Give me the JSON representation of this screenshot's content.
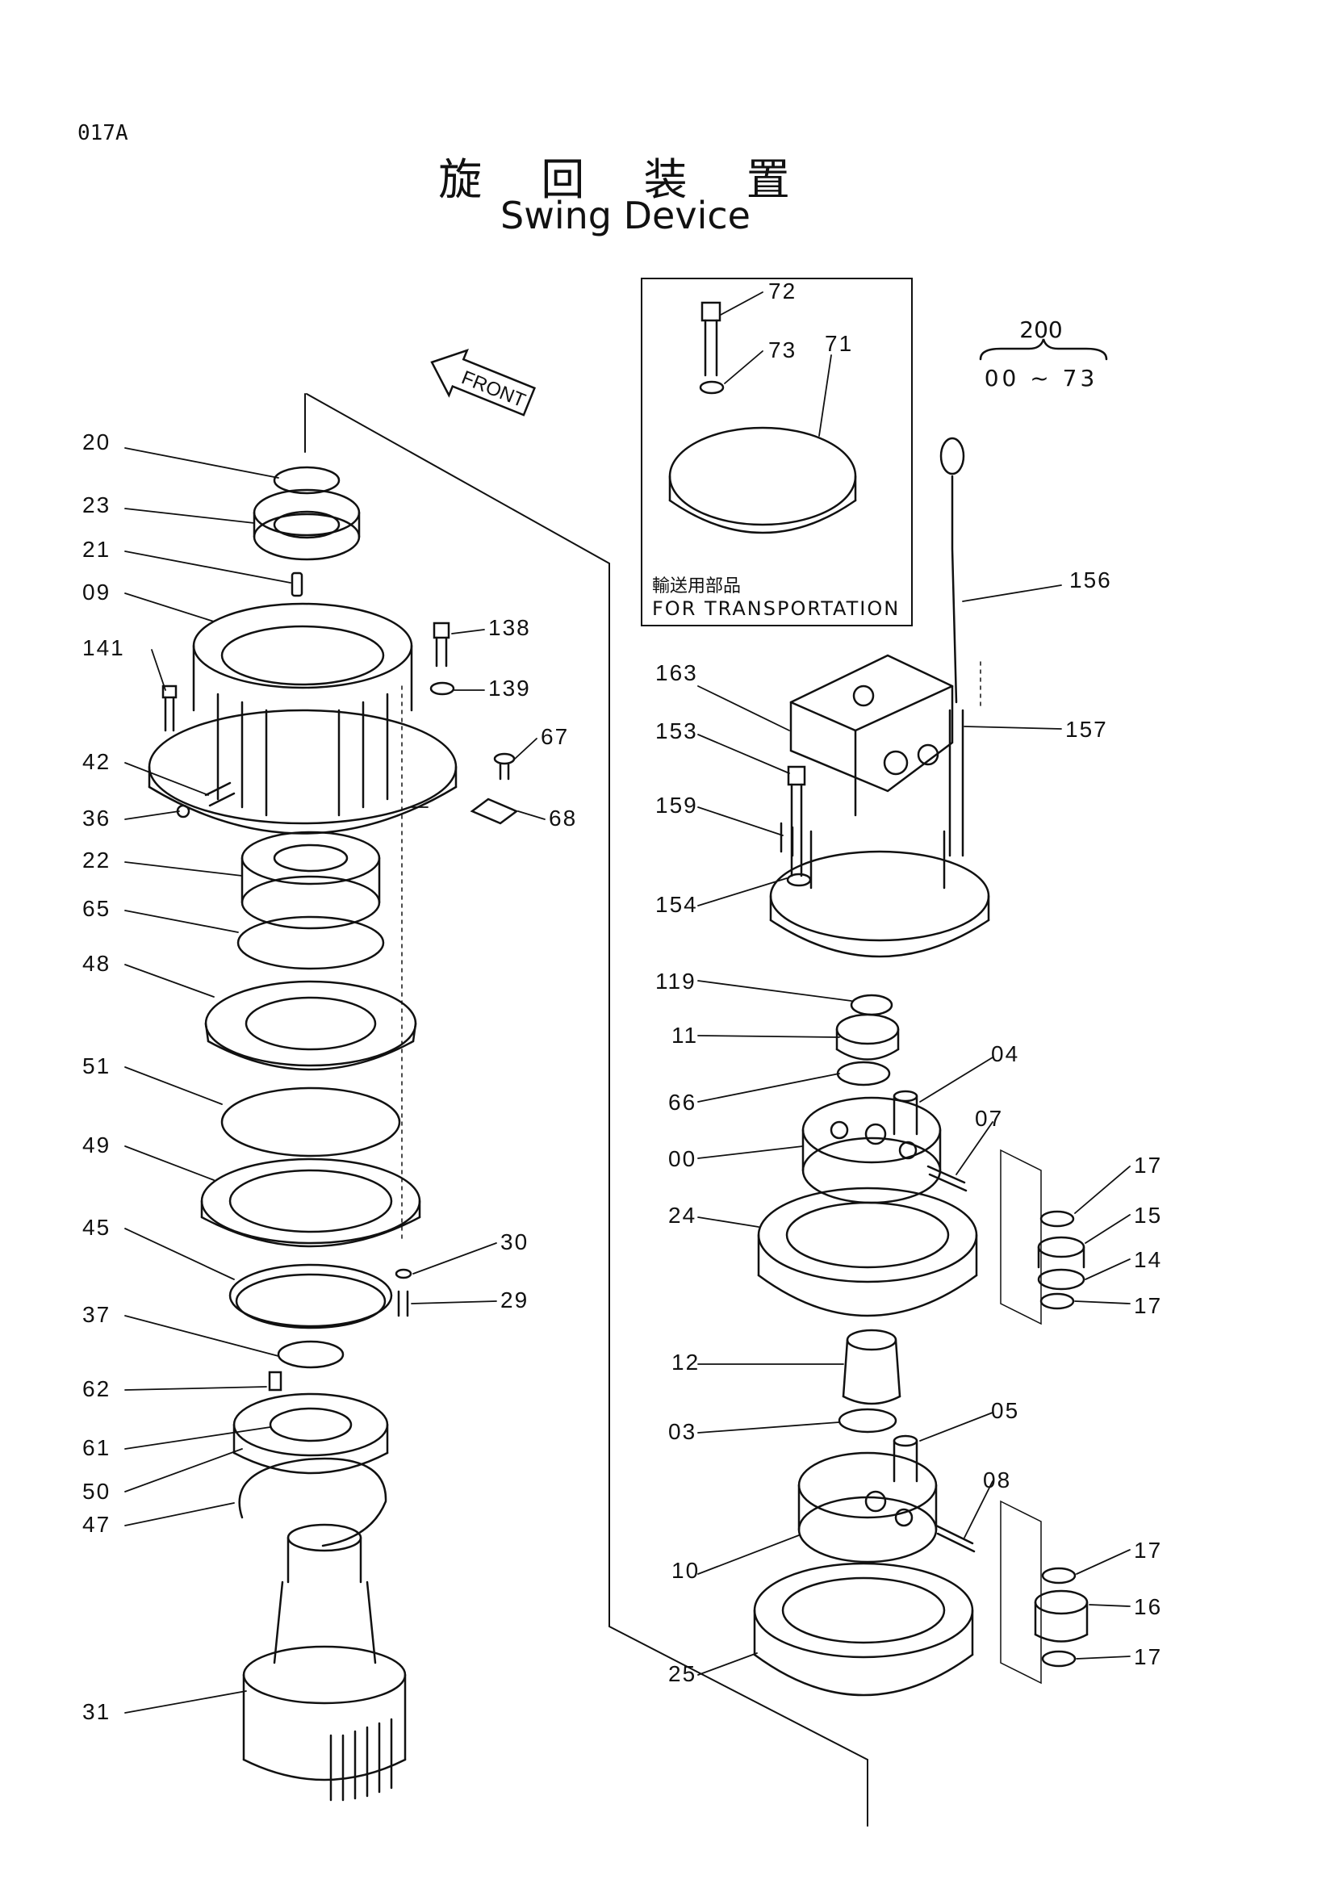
{
  "page_code": "017A",
  "title_jp": "旋 回 装 置",
  "title_en": "Swing Device",
  "range": {
    "code": "200",
    "value": "00 ~ 73"
  },
  "transport_box": {
    "jp": "輸送用部品",
    "en": "FOR TRANSPORTATION"
  },
  "front_label": "FRONT",
  "callouts": [
    "20",
    "23",
    "21",
    "09",
    "141",
    "42",
    "36",
    "22",
    "65",
    "48",
    "51",
    "49",
    "45",
    "37",
    "62",
    "61",
    "50",
    "47",
    "31",
    "138",
    "139",
    "67",
    "68",
    "30",
    "29",
    "72",
    "73",
    "71",
    "163",
    "153",
    "159",
    "154",
    "119",
    "11",
    "66",
    "00",
    "24",
    "12",
    "03",
    "10",
    "25",
    "156",
    "157",
    "04",
    "07",
    "17",
    "15",
    "14",
    "05",
    "08",
    "16"
  ]
}
